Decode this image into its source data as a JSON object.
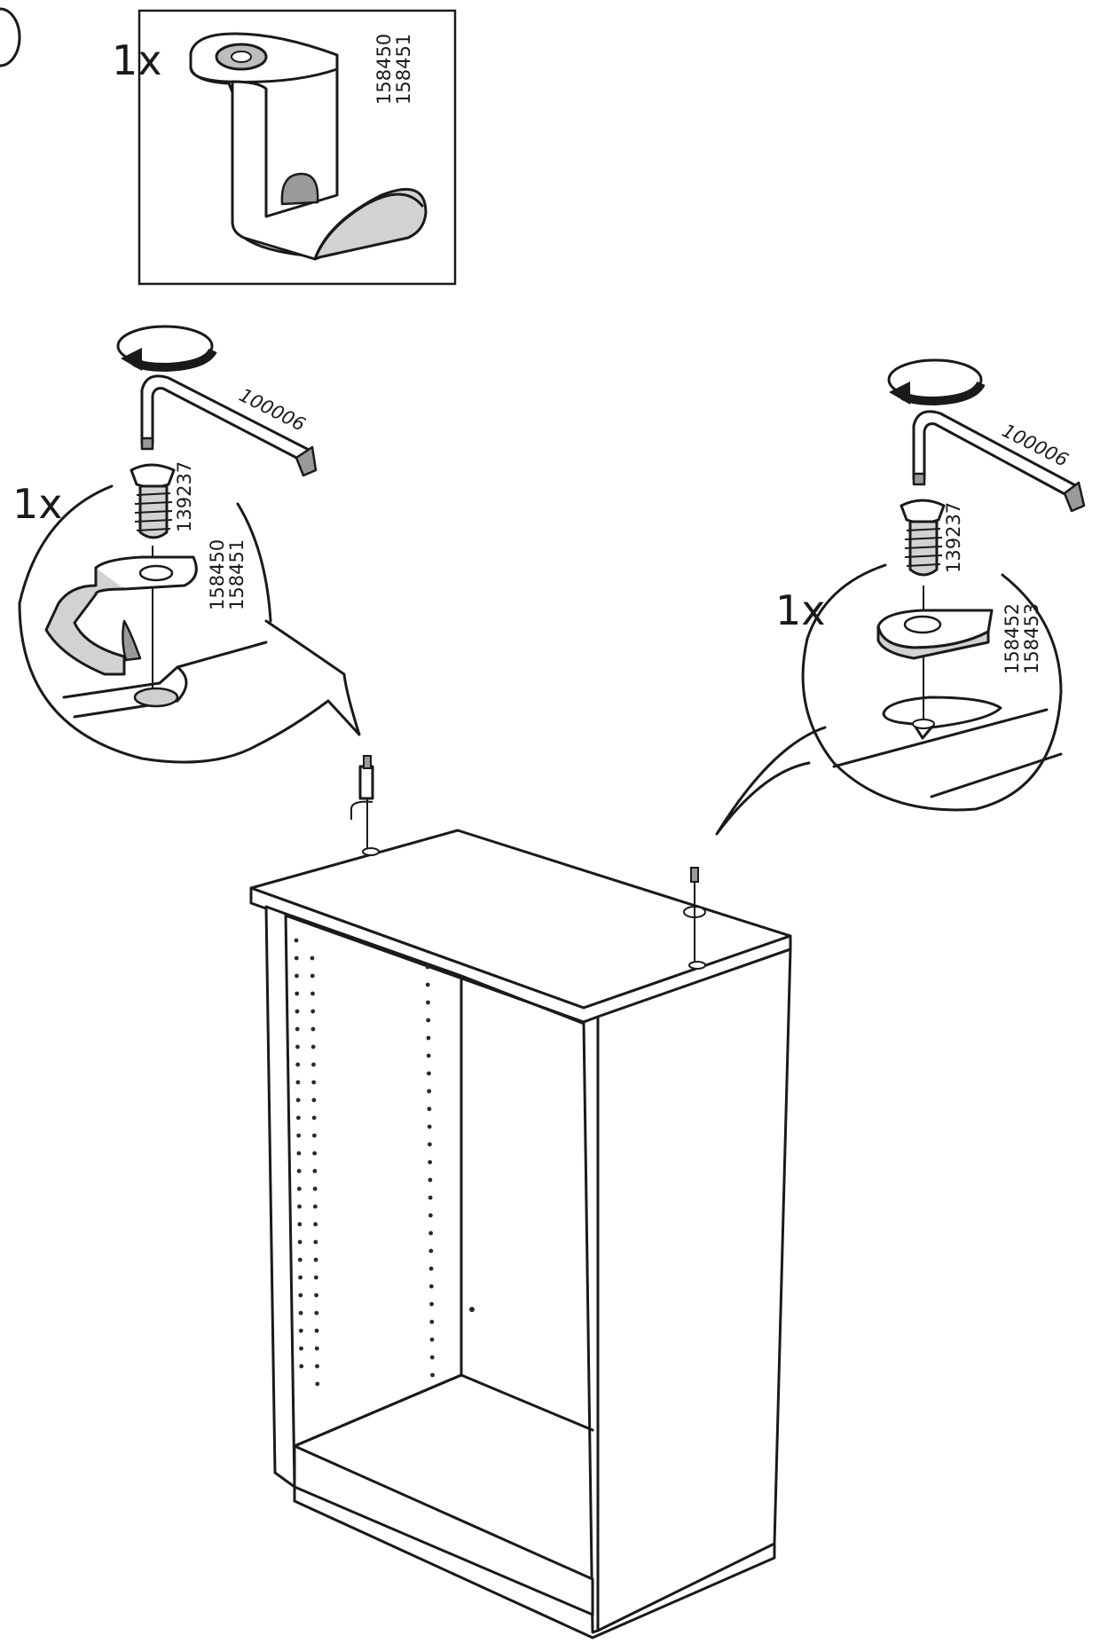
{
  "part_box": {
    "quantity": "1x",
    "part_numbers": [
      "158450",
      "158451"
    ]
  },
  "left_detail": {
    "quantity": "1x",
    "tool_number": "100006",
    "screw_number": "139237",
    "bracket_numbers": [
      "158450",
      "158451"
    ]
  },
  "right_detail": {
    "quantity": "1x",
    "tool_number": "100006",
    "screw_number": "139237",
    "plate_numbers": [
      "158452",
      "158453"
    ]
  }
}
